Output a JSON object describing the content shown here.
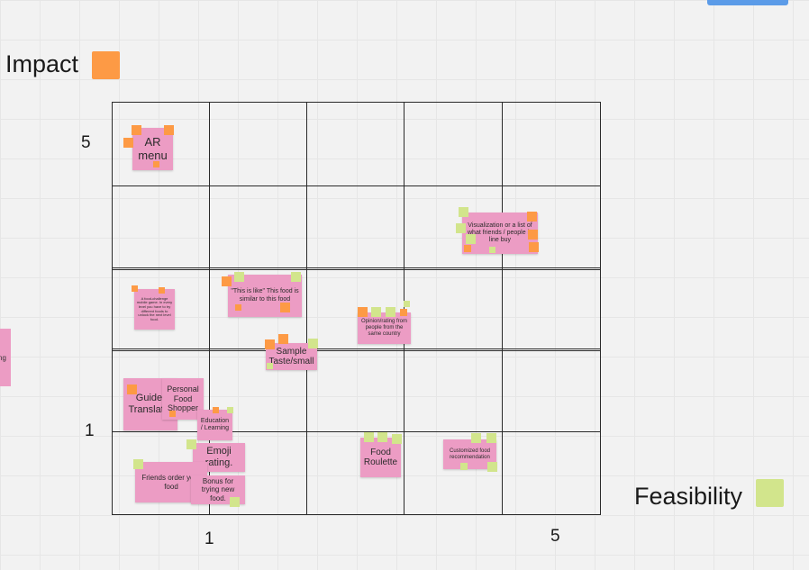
{
  "colors": {
    "impact": "#fd9a45",
    "feasibility": "#d2e58c",
    "note": "#ec9cc4",
    "accent": "#5b9be8"
  },
  "axes": {
    "y_label": "Impact",
    "x_label": "Feasibility",
    "y_tick_high": "5",
    "y_tick_low": "1",
    "x_tick_low": "1",
    "x_tick_high": "5"
  },
  "notes": {
    "ar_menu": "AR menu",
    "mobile_game": "A food-challenge mobile game. In every level you have to try different foods to unlock the next level food.",
    "this_is_like": "\"This is like\" This food is similar to this food",
    "sample_taste": "Sample Taste/small",
    "opinion_rating": "Opinion/rating from people from the same country",
    "visualization": "Visualization or a list of what friends / people in line buy",
    "guide_translator": "Guide/ Translator",
    "personal_shopper": "Personal Food Shopper",
    "education": "Education / Learning",
    "emoji_rating": "Emoji rating.",
    "friends_order": "Friends order your food",
    "bonus": "Bonus for trying new food.",
    "food_roulette": "Food Roulette",
    "customized": "Customized food recommendation",
    "partial_edge": "ng"
  }
}
